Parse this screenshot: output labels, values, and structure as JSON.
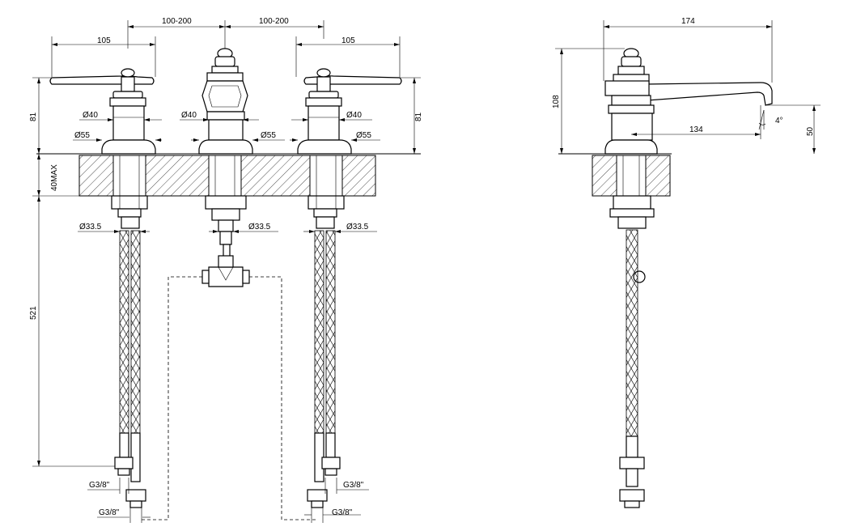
{
  "front_view": {
    "dim_lever_left": "105",
    "dim_spacing_left": "100-200",
    "dim_spacing_right": "100-200",
    "dim_lever_right": "105",
    "dim_height_left": "81",
    "dim_height_right": "81",
    "dim_deck_max": "40MAX",
    "dim_hose_length": "521",
    "dia_40_left": "Ø40",
    "dia_55_left": "Ø55",
    "dia_40_center": "Ø40",
    "dia_55_center": "Ø55",
    "dia_40_right": "Ø40",
    "dia_55_right": "Ø55",
    "dia_335_left": "Ø33.5",
    "dia_335_center": "Ø33.5",
    "dia_335_right": "Ø33.5",
    "thread_left_upper": "G3/8\"",
    "thread_left_lower": "G3/8\"",
    "thread_right_upper": "G3/8\"",
    "thread_right_lower": "G3/8\""
  },
  "side_view": {
    "dim_width": "174",
    "dim_height": "108",
    "dim_spout_reach": "134",
    "dim_spout_height": "50",
    "dim_angle": "4°"
  }
}
